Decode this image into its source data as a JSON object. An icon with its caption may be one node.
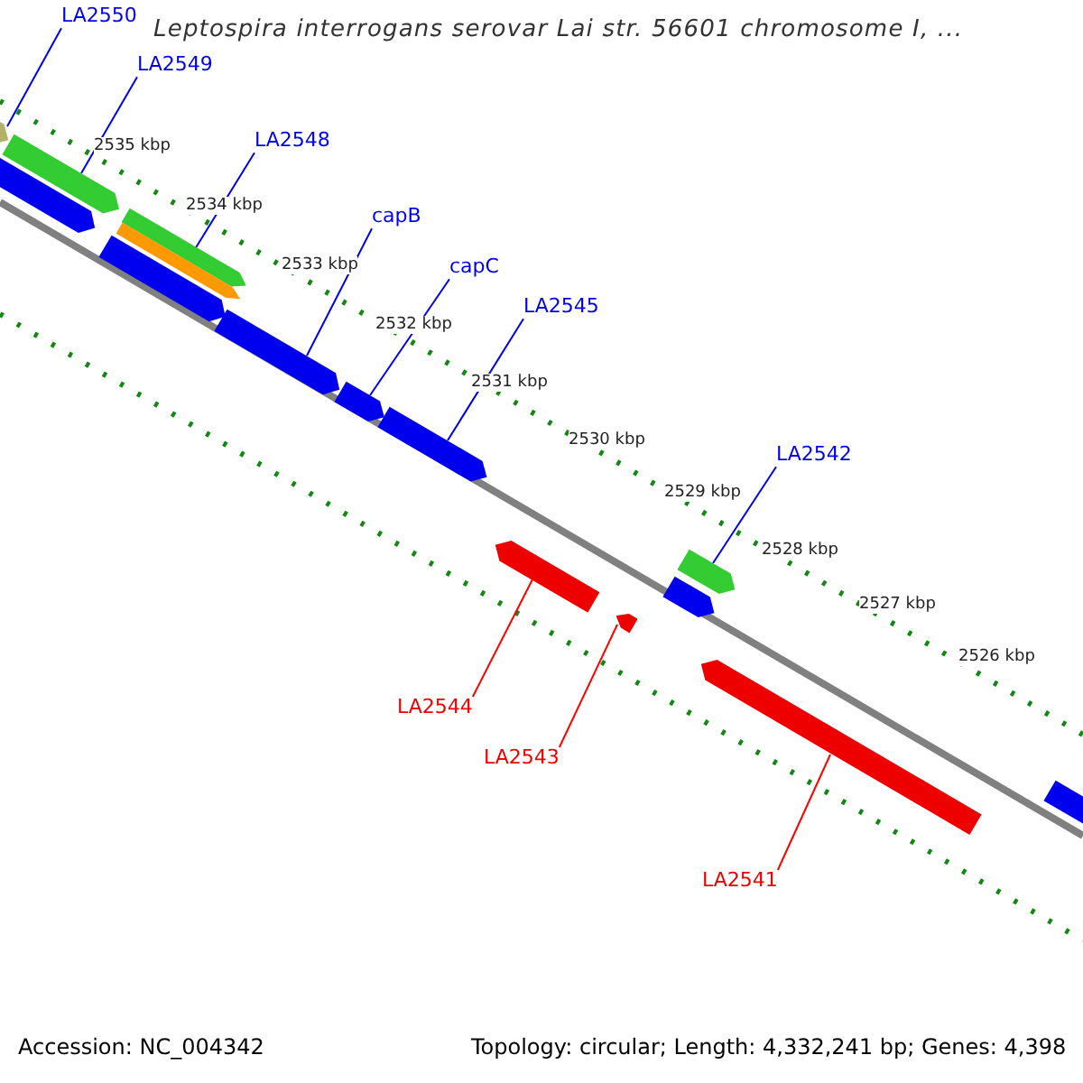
{
  "diagram": {
    "title": "Leptospira interrogans serovar Lai str. 56601 chromosome I, ...",
    "nodes": [
      {
        "text": [
          "LA2550"
        ]
      },
      {
        "text": [],
        "shape": "bar"
      },
      {
        "text": [
          "LA2549"
        ]
      },
      {
        "text": [],
        "shape": "bar"
      },
      {
        "text": [],
        "shape": "bar"
      },
      {
        "text": [
          "LA2548"
        ]
      },
      {
        "text": [],
        "shape": "bar"
      },
      {
        "text": [],
        "shape": "bar"
      },
      {
        "text": [],
        "shape": "bar"
      },
      {
        "text": [
          "capB"
        ]
      },
      {
        "text": [],
        "shape": "bar"
      },
      {
        "text": [
          "capC"
        ]
      },
      {
        "text": [],
        "shape": "bar"
      },
      {
        "text": [
          "LA2545"
        ]
      },
      {
        "text": [],
        "shape": "bar"
      },
      {
        "text": [
          "LA2542"
        ]
      },
      {
        "text": [],
        "shape": "bar"
      },
      {
        "text": [],
        "shape": "bar"
      },
      {
        "text": [
          "LA2544"
        ]
      },
      {
        "text": [],
        "shape": "bar"
      },
      {
        "text": [
          "LA2543"
        ]
      },
      {
        "text": [],
        "shape": "bar"
      },
      {
        "text": [
          "LA2541"
        ]
      },
      {
        "text": [],
        "shape": "bar"
      },
      {
        "text": [],
        "shape": "bar"
      }
    ],
    "edges": [
      {
        "from": 0,
        "to": 1,
        "arrow": "none"
      },
      {
        "from": 2,
        "to": 3,
        "arrow": "none"
      },
      {
        "from": 5,
        "to": 6,
        "arrow": "none"
      },
      {
        "from": 9,
        "to": 10,
        "arrow": "none"
      },
      {
        "from": 11,
        "to": 12,
        "arrow": "none"
      },
      {
        "from": 13,
        "to": 14,
        "arrow": "none"
      },
      {
        "from": 15,
        "to": 16,
        "arrow": "none"
      },
      {
        "from": 18,
        "to": 19,
        "arrow": "none",
        "color": "#ff0000"
      },
      {
        "from": 20,
        "to": 21,
        "arrow": "none",
        "color": "#ff0000"
      },
      {
        "from": 22,
        "to": 23,
        "arrow": "none",
        "color": "#ff0000"
      }
    ],
    "labels": [
      "2535 kbp",
      "2534 kbp",
      "2533 kbp",
      "2532 kbp",
      "2531 kbp",
      "2530 kbp",
      "2529 kbp",
      "2528 kbp",
      "2527 kbp",
      "2526 kbp",
      "Accession: NC_004342",
      "Topology: circular; Length: 4,332,241 bp; Genes: 4,398"
    ]
  }
}
